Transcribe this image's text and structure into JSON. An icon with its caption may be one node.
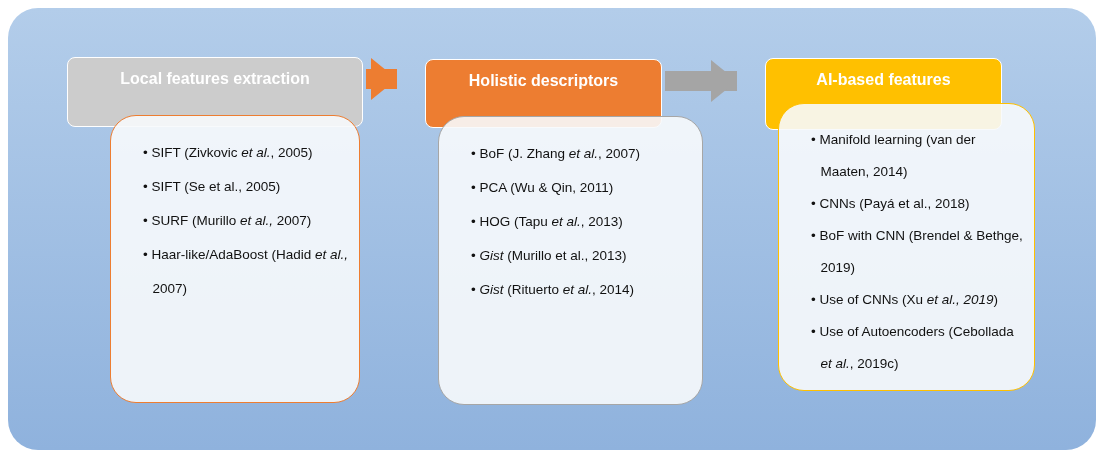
{
  "diagram": {
    "nodes": [
      {
        "text": [
          "Local features extraction"
        ]
      },
      {
        "text": [
          "• SIFT (Zivkovic *et al.*, 2005)",
          "• SIFT (Se et al., 2005)",
          "• SURF (Murillo *et al.,* 2007)",
          "• Haar-like/AdaBoost (Hadid *et al.,* 2007)"
        ]
      },
      {
        "text": [
          "Holistic descriptors"
        ]
      },
      {
        "text": [
          "• BoF (J. Zhang *et al.*, 2007)",
          "• PCA (Wu & Qin, 2011)",
          "• HOG (Tapu *et al.*, 2013)",
          "• *Gist* (Murillo et al., 2013)",
          "• *Gist* (Rituerto *et al.*, 2014)"
        ]
      },
      {
        "text": [
          "AI-based features"
        ]
      },
      {
        "text": [
          "• Manifold learning (van der Maaten, 2014)",
          "• CNNs (Payá et al., 2018)",
          "• BoF with CNN (Brendel & Bethge, 2019)",
          "• Use of CNNs (Xu *et al., 2019*)",
          "• Use of Autoencoders (Cebollada *et al.*, 2019c)"
        ]
      }
    ],
    "edges": [
      {
        "from": 0,
        "to": 2,
        "arrow": "to",
        "color": "#ed7d31"
      },
      {
        "from": 2,
        "to": 4,
        "arrow": "to",
        "color": "#a5a5a5"
      }
    ]
  }
}
